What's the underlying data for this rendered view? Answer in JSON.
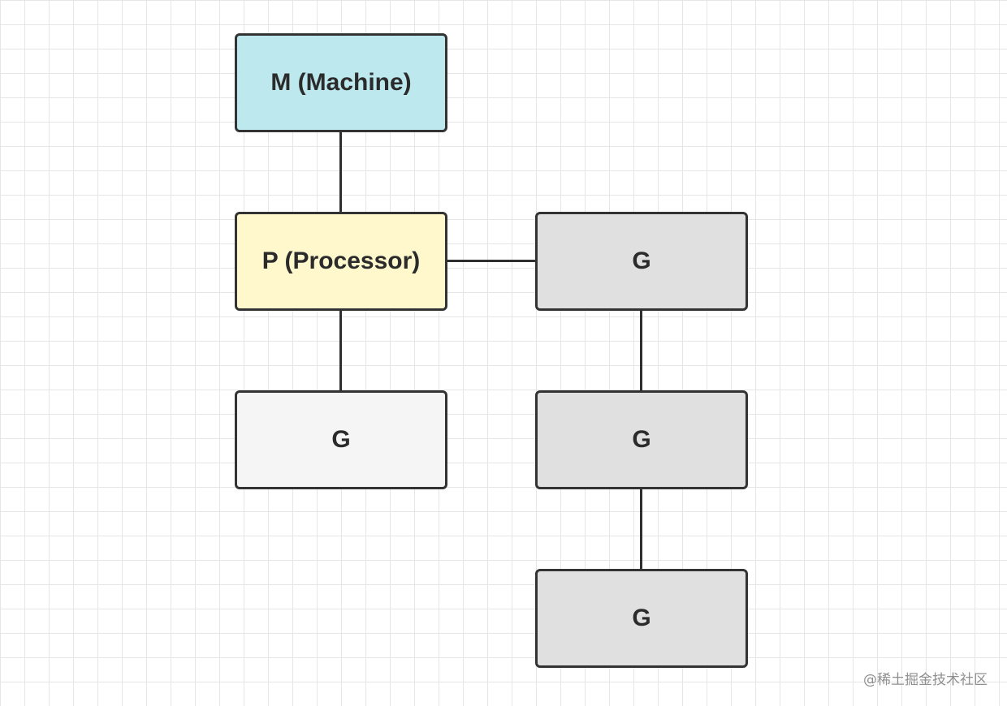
{
  "diagram": {
    "nodes": {
      "machine": {
        "label": "M (Machine)",
        "fill": "#bde9ee"
      },
      "processor": {
        "label": "P (Processor)",
        "fill": "#fef8cc"
      },
      "g_local": {
        "label": "G",
        "fill": "#f5f5f5"
      },
      "g_queue_1": {
        "label": "G",
        "fill": "#e0e0e0"
      },
      "g_queue_2": {
        "label": "G",
        "fill": "#e0e0e0"
      },
      "g_queue_3": {
        "label": "G",
        "fill": "#e0e0e0"
      }
    },
    "edges": [
      {
        "from": "machine",
        "to": "processor"
      },
      {
        "from": "processor",
        "to": "g_local"
      },
      {
        "from": "processor",
        "to": "g_queue_1"
      },
      {
        "from": "g_queue_1",
        "to": "g_queue_2"
      },
      {
        "from": "g_queue_2",
        "to": "g_queue_3"
      }
    ],
    "stroke_color": "#333333",
    "grid_color": "#e6e6e6"
  },
  "watermark": {
    "text": "@稀土掘金技术社区"
  }
}
